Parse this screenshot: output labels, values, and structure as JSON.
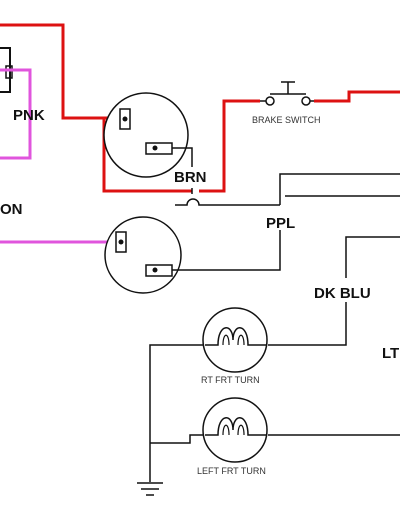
{
  "wire_labels": {
    "pnk": "PNK",
    "brn": "BRN",
    "on_partial": "ON",
    "ppl": "PPL",
    "dk_blu": "DK BLU",
    "lt_partial": "LT"
  },
  "components": {
    "brake_switch": "BRAKE SWITCH",
    "rt_frt_turn": "RT FRT TURN",
    "left_frt_turn": "LEFT FRT TURN"
  },
  "wire_colors": {
    "red": "#dd1111",
    "pink": "#e055dd",
    "black": "#111111"
  }
}
